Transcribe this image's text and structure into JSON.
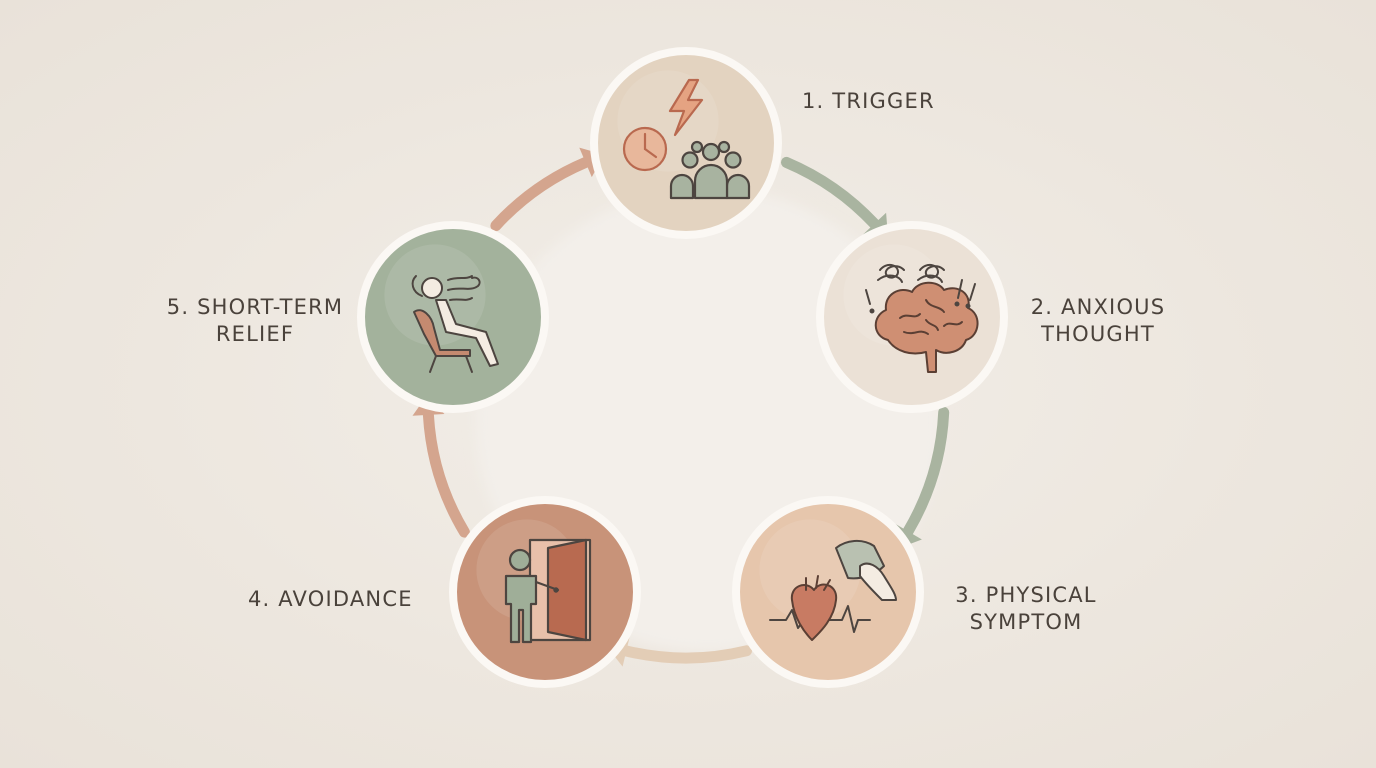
{
  "diagram": {
    "nodes": [
      {
        "id": "trigger",
        "label_lines": [
          "1. TRIGGER"
        ],
        "fill": "#e3d3c0",
        "icons": [
          "clock-icon",
          "lightning-bolt-icon",
          "group-of-people-icon"
        ]
      },
      {
        "id": "anxious-thought",
        "label_lines": [
          "2. ANXIOUS",
          "THOUGHT"
        ],
        "fill": "#ebe1d6",
        "icons": [
          "brain-icon",
          "swirl-icon",
          "exclamation-icon"
        ]
      },
      {
        "id": "physical-symptom",
        "label_lines": [
          "3. PHYSICAL",
          "SYMPTOM"
        ],
        "fill": "#e6c6ac",
        "icons": [
          "heart-icon",
          "heartbeat-line-icon",
          "hand-with-cloth-icon"
        ]
      },
      {
        "id": "avoidance",
        "label_lines": [
          "4. AVOIDANCE"
        ],
        "fill": "#c89379",
        "icons": [
          "person-icon",
          "open-door-icon"
        ]
      },
      {
        "id": "short-term-relief",
        "label_lines": [
          "5. SHORT-TERM",
          "RELIEF"
        ],
        "fill": "#a3b29c",
        "icons": [
          "person-relaxing-in-chair-icon",
          "exhale-breath-icon"
        ]
      }
    ],
    "edges": [
      {
        "from": "trigger",
        "to": "anxious-thought",
        "color": "#a9b4a0"
      },
      {
        "from": "anxious-thought",
        "to": "physical-symptom",
        "color": "#a9b4a0"
      },
      {
        "from": "physical-symptom",
        "to": "avoidance",
        "color": "#e3cdb6"
      },
      {
        "from": "avoidance",
        "to": "short-term-relief",
        "color": "#d4a58e"
      },
      {
        "from": "short-term-relief",
        "to": "trigger",
        "color": "#d4a58e"
      }
    ],
    "colors": {
      "background": "#eee8e0",
      "node_border": "#fbf8f4",
      "inner_disc": "#f3efea",
      "label_text": "#4a423b",
      "icon_stroke": "#4d4540",
      "terracotta": "#c8826a",
      "sage": "#93a38c"
    }
  }
}
